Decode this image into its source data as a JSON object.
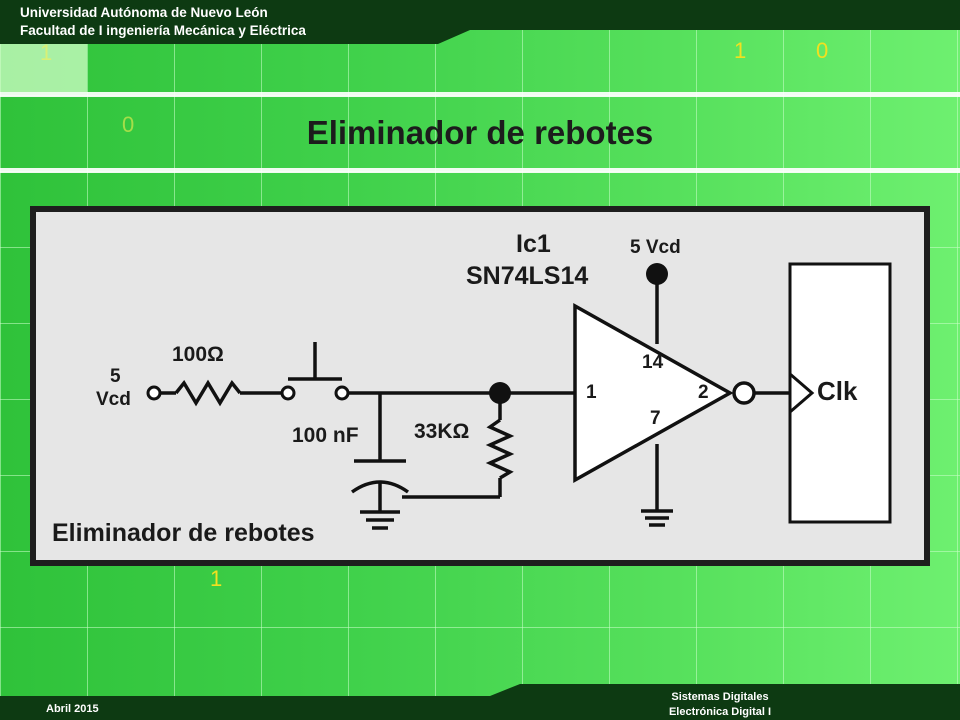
{
  "header": {
    "university": "Universidad Autónoma de Nuevo León",
    "faculty": "Facultad de I ingeniería Mecánica y Eléctrica"
  },
  "decor_digits": [
    "1",
    "1",
    "0",
    "0",
    "1"
  ],
  "title": "Eliminador de rebotes",
  "diagram": {
    "ic_name": "Ic1",
    "ic_part": "SN74LS14",
    "supply_top": "5 Vcd",
    "supply_left_1": "5",
    "supply_left_2": "Vcd",
    "resistor_1": "100Ω",
    "capacitor": "100 nF",
    "resistor_2": "33KΩ",
    "pin_in": "1",
    "pin_out": "2",
    "pin_vcc": "14",
    "pin_gnd": "7",
    "output": "Clk",
    "caption": "Eliminador de rebotes"
  },
  "footer": {
    "date": "Abril 2015",
    "course_1": "Sistemas Digitales",
    "course_2": "Electrónica Digital I"
  },
  "colors": {
    "bar": "#0d3a12",
    "panel": "#e6e6e6",
    "decor": "#f2e020"
  }
}
